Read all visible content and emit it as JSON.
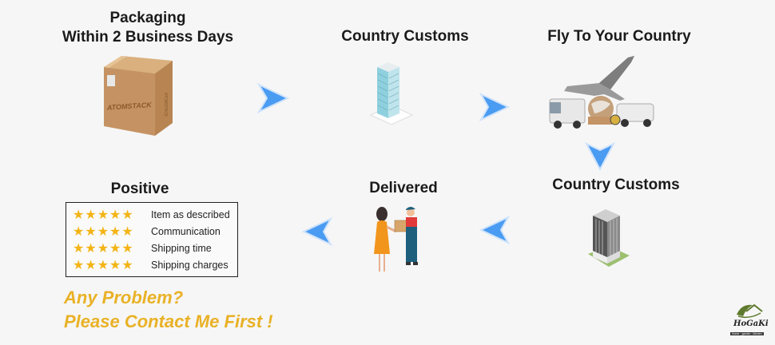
{
  "steps": {
    "packaging": {
      "title_line1": "Packaging",
      "title_line2": "Within 2 Business Days",
      "box_brand": "ATOMSTACK"
    },
    "customs_origin": {
      "title": "Country Customs"
    },
    "fly": {
      "title": "Fly To Your Country"
    },
    "customs_destination": {
      "title": "Country Customs"
    },
    "delivered": {
      "title": "Delivered"
    },
    "positive": {
      "title": "Positive"
    }
  },
  "ratings": [
    {
      "stars": "★★★★★",
      "label": "Item as described",
      "rating": 5
    },
    {
      "stars": "★★★★★",
      "label": "Communication",
      "rating": 5
    },
    {
      "stars": "★★★★★",
      "label": "Shipping time",
      "rating": 5
    },
    {
      "stars": "★★★★★",
      "label": "Shipping charges",
      "rating": 5
    }
  ],
  "cta": {
    "line1": "Any Problem?",
    "line2": "Please Contact Me First !"
  },
  "logo": {
    "name": "HoGaKi",
    "tagline": "Home · garden · kitchen"
  },
  "colors": {
    "background": "#f6f6f6",
    "accent_yellow": "#e9b126",
    "star": "#f3b416",
    "arrow_blue": "#3d8ff0"
  }
}
